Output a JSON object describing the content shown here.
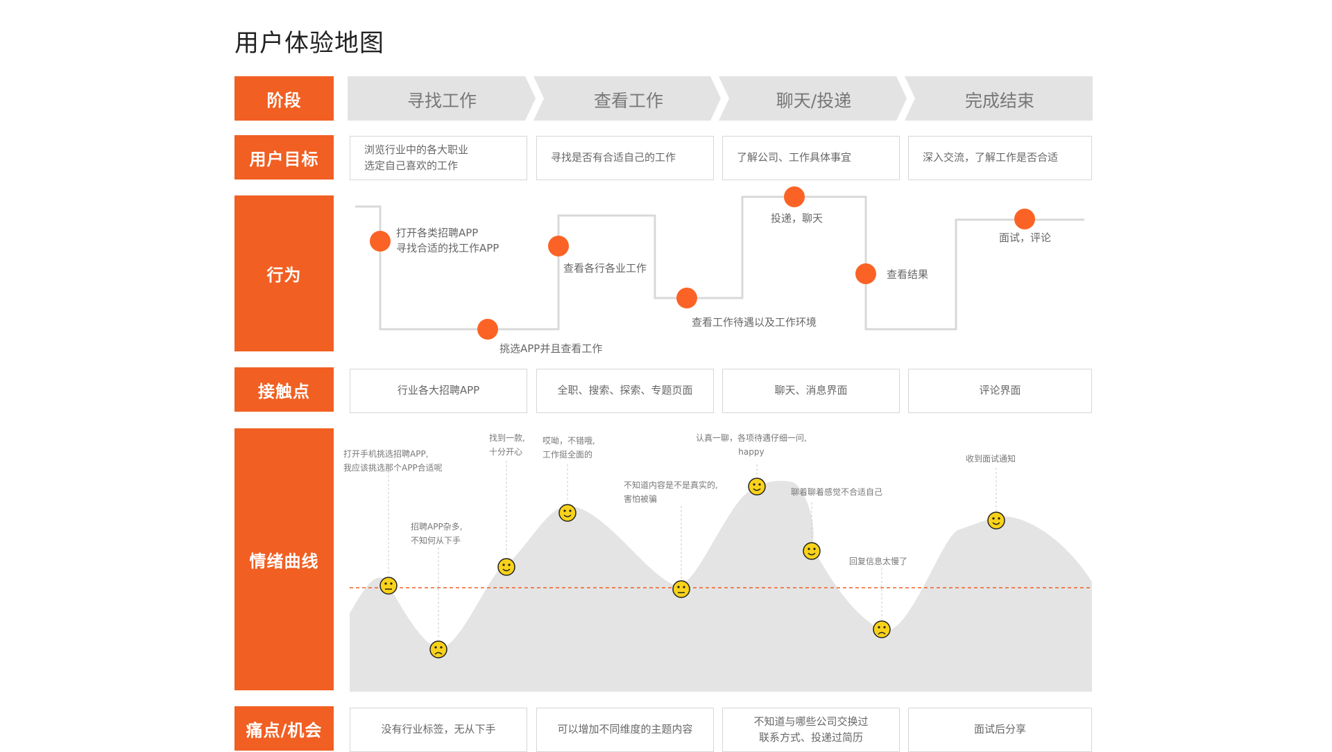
{
  "title": "用户体验地图",
  "row_labels": {
    "stage": "阶段",
    "goal": "用户目标",
    "behavior": "行为",
    "touchpoint": "接触点",
    "emotion": "情绪曲线",
    "pain": "痛点/机会"
  },
  "stages": [
    "寻找工作",
    "查看工作",
    "聊天/投递",
    "完成结束"
  ],
  "goals": [
    "浏览行业中的各大职业\n选定自己喜欢的工作",
    "寻找是否有合适自己的工作",
    "了解公司、工作具体事宜",
    "深入交流，了解工作是否合适"
  ],
  "behaviors": [
    "打开各类招聘APP\n寻找合适的找工作APP",
    "挑选APP并且查看工作",
    "查看各行各业工作",
    "查看工作待遇以及工作环境",
    "投递，聊天",
    "查看结果",
    "面试，评论"
  ],
  "touchpoints": [
    "行业各大招聘APP",
    "全职、搜索、探索、专题页面",
    "聊天、消息界面",
    "评论界面"
  ],
  "emotions": [
    {
      "text": "打开手机挑选招聘APP,\n我应该挑选那个APP合适呢",
      "mood": "neutral"
    },
    {
      "text": "招聘APP杂多,\n不知何从下手",
      "mood": "sad"
    },
    {
      "text": "找到一款,\n十分开心",
      "mood": "happy"
    },
    {
      "text": "哎呦，不错哦,\n工作挺全面的",
      "mood": "happy"
    },
    {
      "text": "不知道内容是不是真实的,\n害怕被骗",
      "mood": "neutral"
    },
    {
      "text": "认真一聊，各项待遇仔细一问,\nhappy",
      "mood": "happy"
    },
    {
      "text": "聊着聊着感觉不合适自己",
      "mood": "happy"
    },
    {
      "text": "回复信息太慢了",
      "mood": "sad"
    },
    {
      "text": "收到面试通知",
      "mood": "happy"
    }
  ],
  "pains": [
    "没有行业标签，无从下手",
    "可以增加不同维度的主题内容",
    "不知道与哪些公司交换过\n联系方式、投递过简历",
    "面试后分享"
  ],
  "colors": {
    "accent": "#f15f22",
    "dot": "#fb6326",
    "stage_bg": "#e3e3e3",
    "curve_fill": "#e4e4e4",
    "smiley": "#f9d21a"
  }
}
